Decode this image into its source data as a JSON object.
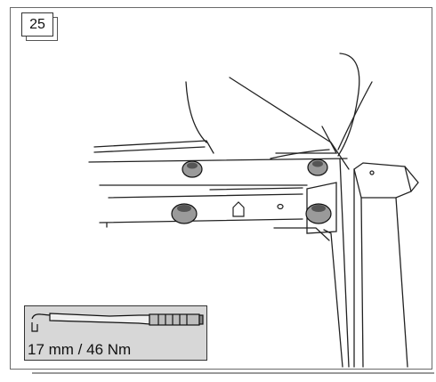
{
  "step": {
    "number": "25"
  },
  "tool": {
    "spec": "17 mm / 46 Nm",
    "icon": "torque-wrench-icon"
  },
  "illustration": {
    "subject": "vehicle-frame-bolts-illustration"
  }
}
